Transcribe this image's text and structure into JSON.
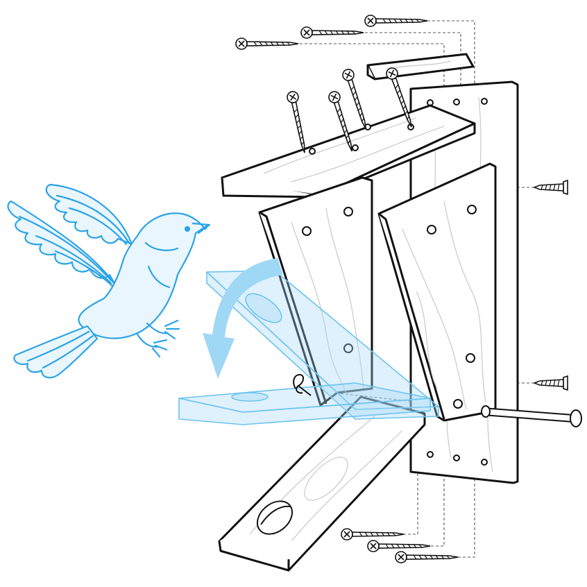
{
  "diagram": {
    "subject": "birdhouse-exploded-assembly",
    "parts": [
      "back-board",
      "roof-board",
      "roof-cap",
      "left-side-board",
      "right-side-board",
      "front-board",
      "floor-board",
      "pivot-dowel",
      "screws",
      "hinge-pin"
    ],
    "icons": [
      "bird-icon",
      "rotate-arrow-icon",
      "screw-icon"
    ],
    "colors": {
      "line": "#111111",
      "accent": "#2aa3e6",
      "ghost": "#a0d7f5",
      "grain": "#c8c8c8"
    }
  }
}
